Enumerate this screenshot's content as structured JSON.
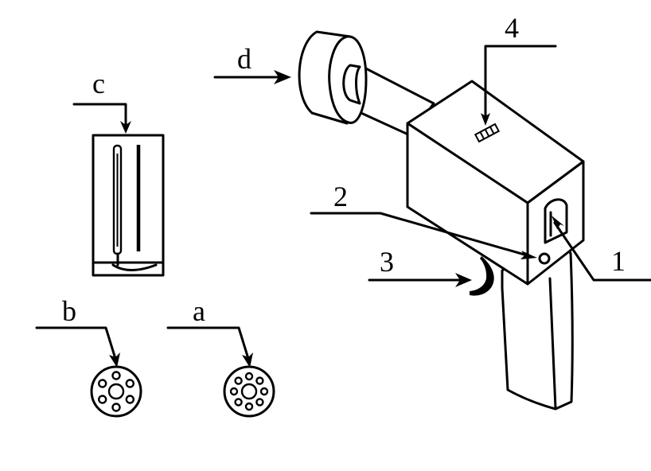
{
  "labels": {
    "a": "a",
    "b": "b",
    "c": "c",
    "d": "d",
    "n1": "1",
    "n2": "2",
    "n3": "3",
    "n4": "4"
  },
  "colors": {
    "ink": "#000000",
    "paper": "#ffffff"
  }
}
